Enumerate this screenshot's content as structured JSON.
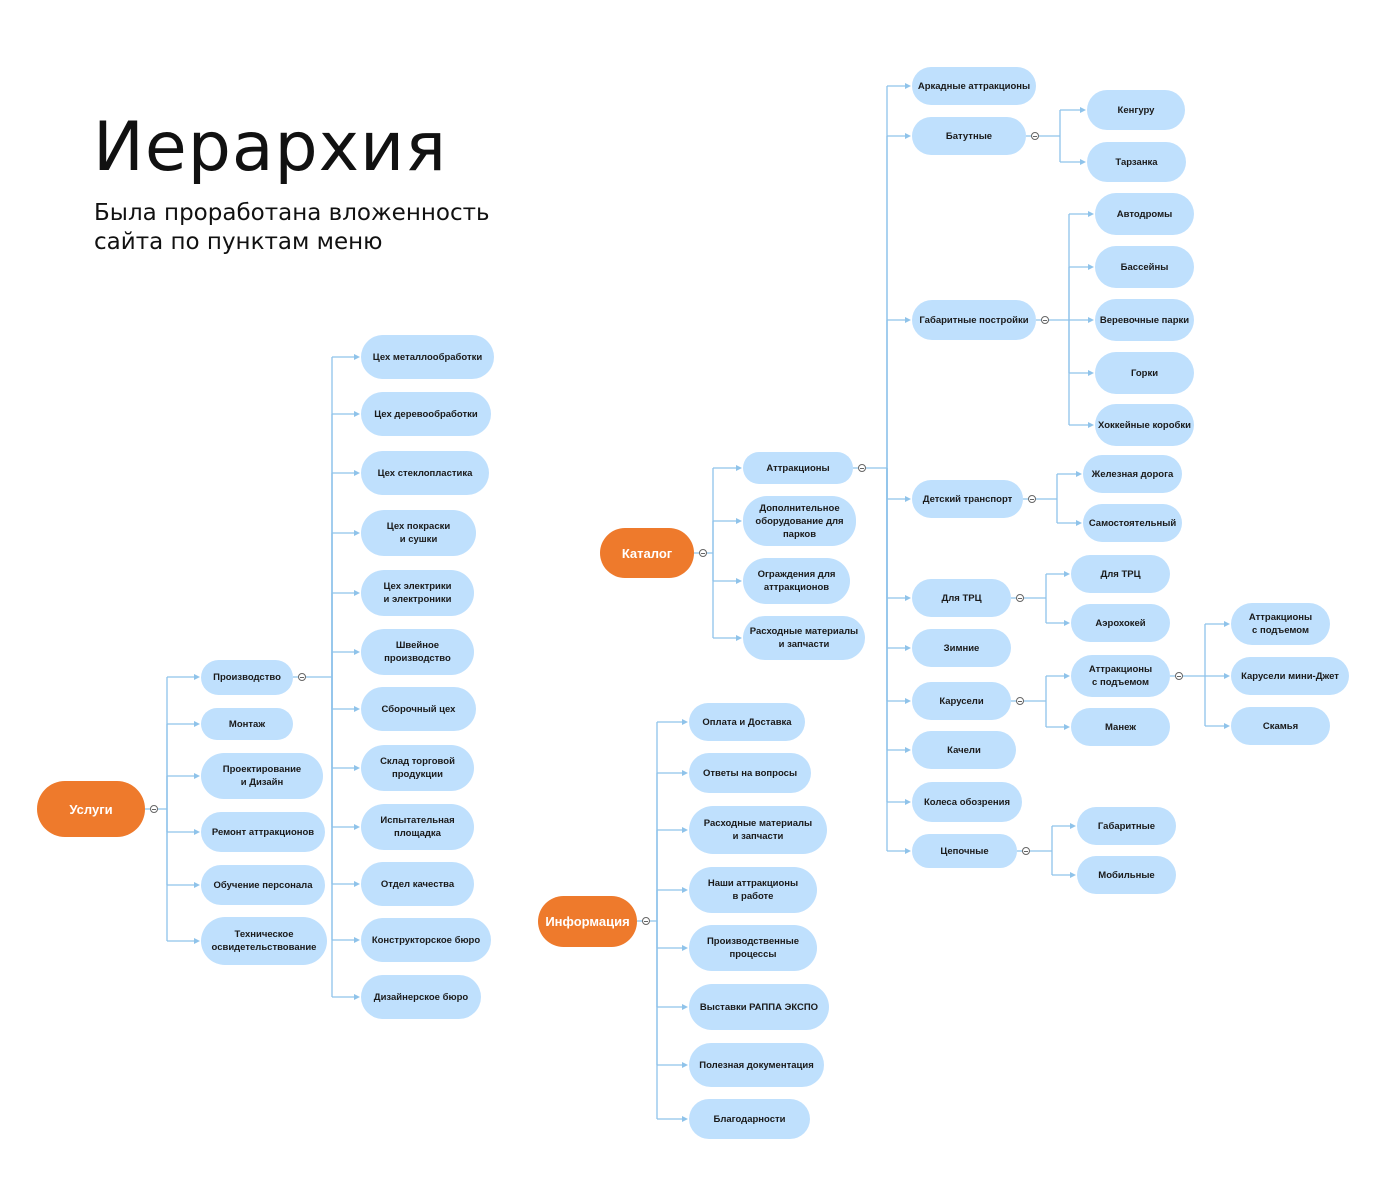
{
  "title": "Иерархия",
  "subtitle": "Была проработана вложенность\nсайта по пунктам меню",
  "colors": {
    "root": "#ee7a2c",
    "node": "#bfe0fd",
    "link": "#8fc3ea"
  },
  "nodes": {
    "uslugi": "Услуги",
    "proizvodstvo": "Производство",
    "montazh": "Монтаж",
    "proekt": "Проектирование\nи Дизайн",
    "remont": "Ремонт аттракционов",
    "obuchenie": "Обучение персонала",
    "tehosv": "Техническое\nосвидетельствование",
    "p1": "Цех металлообработки",
    "p2": "Цех деревообработки",
    "p3": "Цех стеклопластика",
    "p4": "Цех покраски\nи сушки",
    "p5": "Цех электрики\nи электроники",
    "p6": "Швейное\nпроизводство",
    "p7": "Сборочный цех",
    "p8": "Склад торговой\nпродукции",
    "p9": "Испытательная\nплощадка",
    "p10": "Отдел качества",
    "p11": "Конструкторское бюро",
    "p12": "Дизайнерское бюро",
    "katalog": "Каталог",
    "attr": "Аттракционы",
    "dopob": "Дополнительное\nоборудование для\nпарков",
    "ograzh": "Ограждения для\nаттракционов",
    "rashod1": "Расходные материалы\nи запчасти",
    "arkad": "Аркадные аттракционы",
    "batut": "Батутные",
    "gabpost": "Габаритные постройки",
    "dettrans": "Детский транспорт",
    "dlyatrc": "Для ТРЦ",
    "zimnie": "Зимние",
    "karuseli": "Карусели",
    "kacheli": "Качели",
    "koleso": "Колеса обозрения",
    "cepoch": "Цепочные",
    "kenguru": "Кенгуру",
    "tarzanka": "Тарзанка",
    "avtodrom": "Автодромы",
    "basseyn": "Бассейны",
    "verevoch": "Веревочные парки",
    "gorki": "Горки",
    "hokkey": "Хоккейные коробки",
    "zhd": "Железная дорога",
    "samost": "Самостоятельный",
    "dlyatrc2": "Для ТРЦ",
    "aerohokey": "Аэрохокей",
    "spodem": "Аттракционы\nс подъемом",
    "manezh": "Манеж",
    "spodem2": "Аттракционы\nс подъемом",
    "minijet": "Карусели мини-Джет",
    "skamya": "Скамья",
    "gabarit": "Габаритные",
    "mobil": "Мобильные",
    "info": "Информация",
    "oplata": "Оплата и Доставка",
    "otvety": "Ответы на вопросы",
    "rashod2": "Расходные материалы\nи запчасти",
    "nashi": "Наши аттракционы\nв работе",
    "proizvproc": "Производственные\nпроцессы",
    "vystavki": "Выставки РАППА ЭКСПО",
    "polezn": "Полезная документация",
    "blagodar": "Благодарности"
  }
}
